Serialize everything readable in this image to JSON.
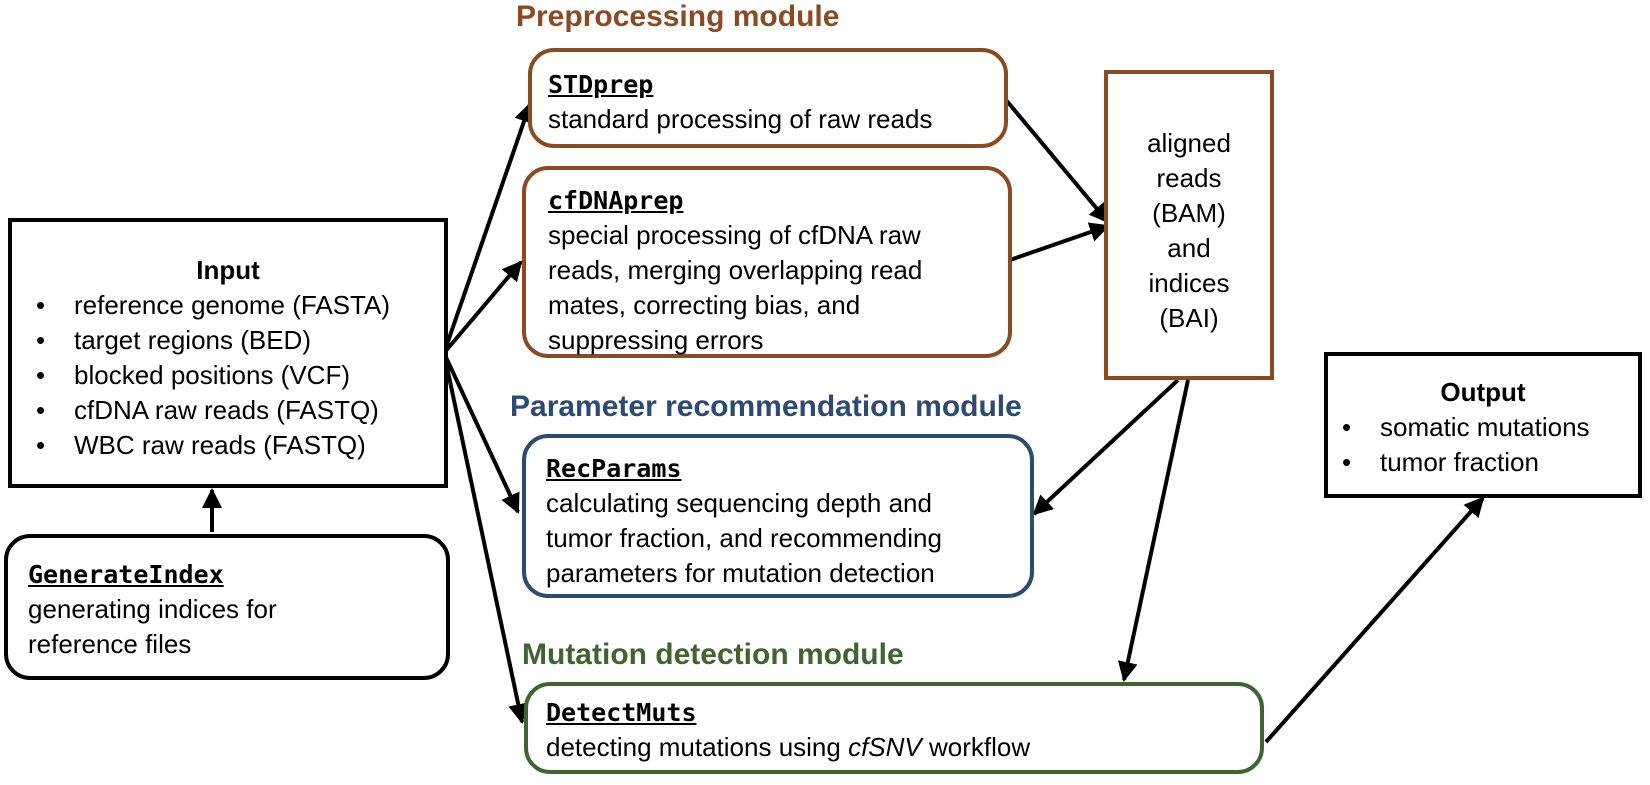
{
  "colors": {
    "preprocessing": "#8b4a22",
    "parameter": "#2c4a72",
    "mutation": "#3f6432",
    "neutral": "#000000"
  },
  "input": {
    "title": "Input",
    "items": [
      "reference genome (FASTA)",
      "target regions (BED)",
      "blocked positions (VCF)",
      "cfDNA raw reads (FASTQ)",
      "WBC raw reads (FASTQ)"
    ]
  },
  "generate_index": {
    "name": "GenerateIndex",
    "desc_line1": "generating indices for",
    "desc_line2": "reference files"
  },
  "preprocessing": {
    "title": "Preprocessing module",
    "std": {
      "name": "STDprep",
      "desc": "standard processing of raw reads"
    },
    "cfdna": {
      "name": "cfDNAprep",
      "desc_line1": "special processing of cfDNA raw",
      "desc_line2": "reads, merging overlapping read",
      "desc_line3": "mates, correcting bias, and",
      "desc_line4": "suppressing errors"
    }
  },
  "aligned": {
    "lines": [
      "aligned",
      "reads",
      "(BAM)",
      "and",
      "indices",
      "(BAI)"
    ]
  },
  "parameter": {
    "title": "Parameter recommendation module",
    "name": "RecParams",
    "desc_line1": "calculating sequencing depth and",
    "desc_line2": "tumor fraction, and recommending",
    "desc_line3": "parameters for mutation detection"
  },
  "mutation": {
    "title": "Mutation detection module",
    "name": "DetectMuts",
    "desc_prefix": "detecting mutations using ",
    "desc_italic": "cfSNV",
    "desc_suffix": " workflow"
  },
  "output": {
    "title": "Output",
    "items": [
      "somatic mutations",
      "tumor fraction"
    ]
  }
}
